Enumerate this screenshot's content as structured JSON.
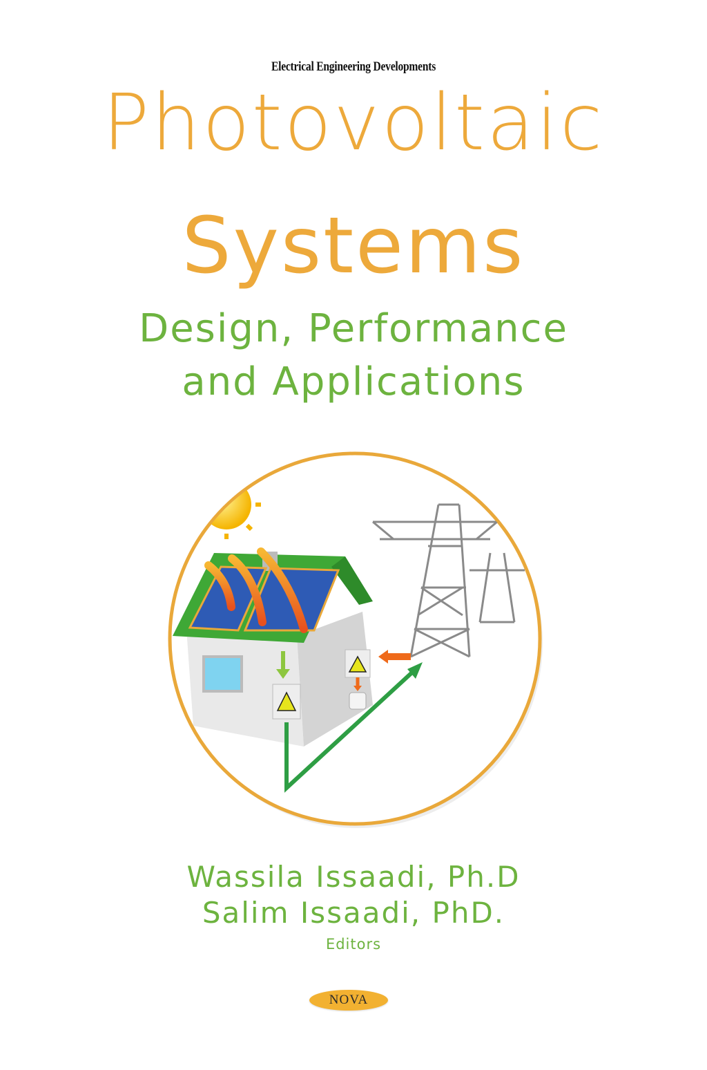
{
  "cover": {
    "series": "Electrical Engineering Developments",
    "title_line1": "Photovoltaic",
    "title_line2": "Systems",
    "subtitle_line1": "Design, Performance",
    "subtitle_line2": "and Applications",
    "authors": [
      "Wassila Issaadi, Ph.D",
      "Salim Issaadi, PhD."
    ],
    "editors_label": "Editors",
    "publisher": "NOVA"
  },
  "colors": {
    "title": "#EDA93B",
    "subtitle": "#6DB33F",
    "circle_border": "#E9A83A",
    "publisher_badge": "#F2B131"
  },
  "illustration": {
    "icons": [
      "sun-icon",
      "sunlight-arrows-icon",
      "house-icon",
      "solar-panel-icon",
      "electric-meter-icon",
      "power-outlet-icon",
      "transmission-tower-icon",
      "energy-flow-arrow-icon"
    ]
  }
}
